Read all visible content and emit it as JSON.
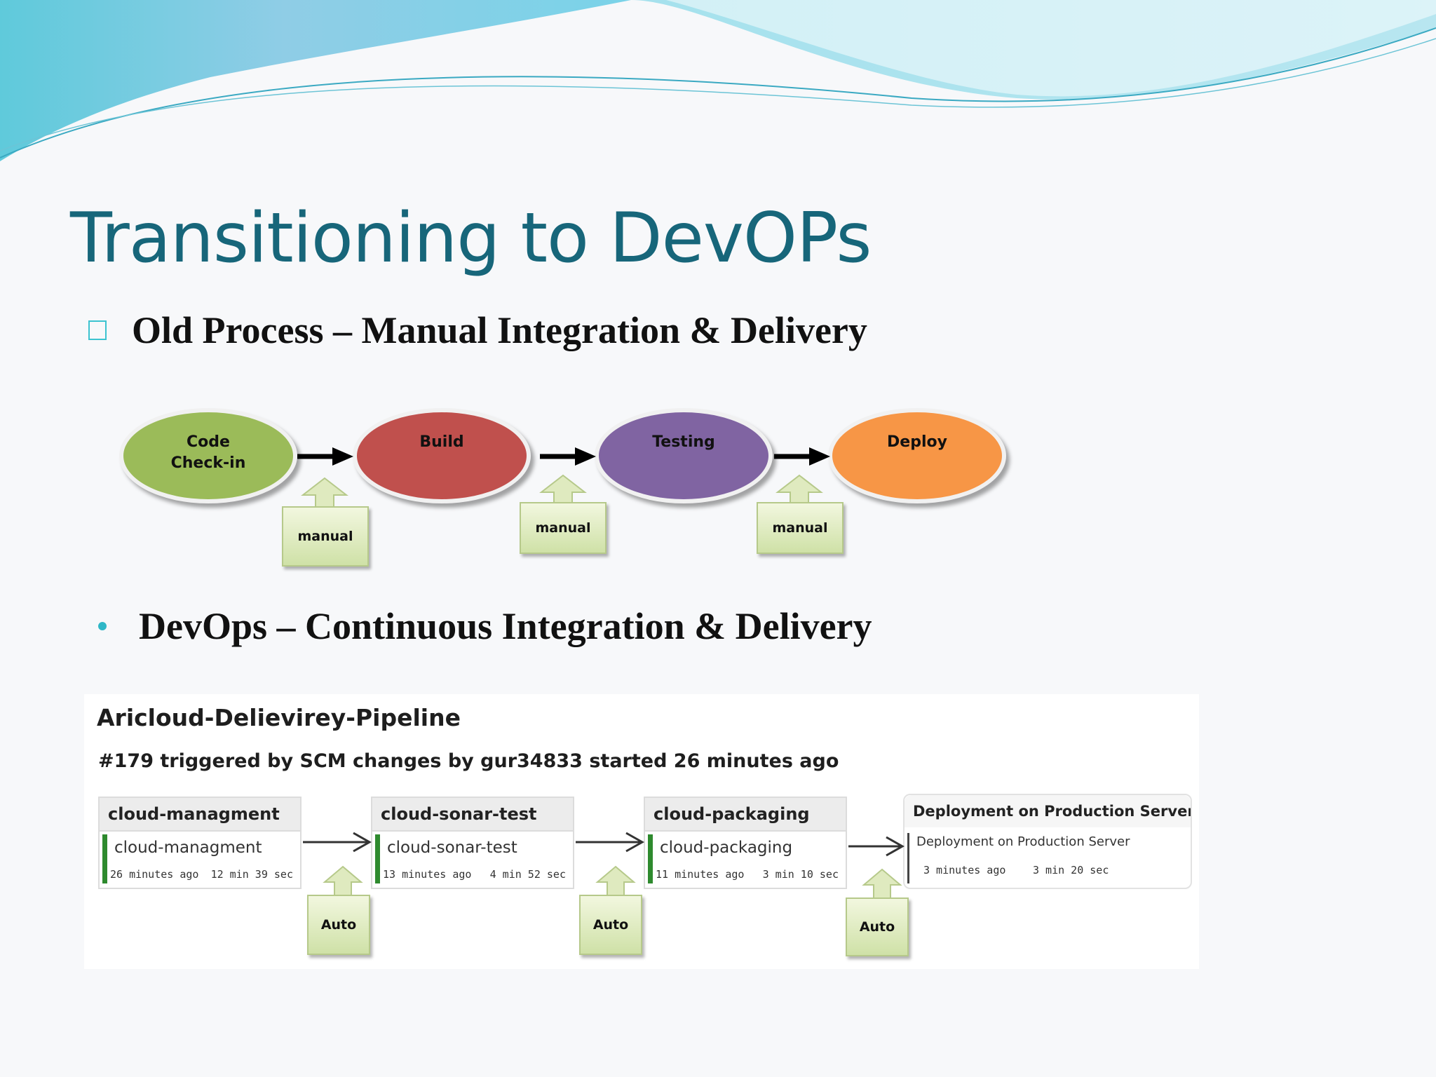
{
  "slide": {
    "title": "Transitioning to DevOPs",
    "bullet_old": "Old Process – Manual Integration & Delivery",
    "bullet_new": "DevOps – Continuous Integration &  Delivery"
  },
  "old_process": {
    "stages": [
      {
        "label": "Code Check-in",
        "color": "#9bbb59"
      },
      {
        "label": "Build",
        "color": "#c0504d"
      },
      {
        "label": "Testing",
        "color": "#8064a2"
      },
      {
        "label": "Deploy",
        "color": "#f79646"
      }
    ],
    "transitions": [
      "manual",
      "manual",
      "manual"
    ]
  },
  "pipeline": {
    "name": "Aricloud-Delievirey-Pipeline",
    "run_info": "#179 triggered by SCM changes by gur34833 started 26 minutes ago",
    "stages": [
      {
        "header": "cloud-managment",
        "job": "cloud-managment",
        "ago": "26 minutes ago",
        "duration": "12 min 39 sec"
      },
      {
        "header": "cloud-sonar-test",
        "job": "cloud-sonar-test",
        "ago": "13 minutes ago",
        "duration": "4 min 52 sec"
      },
      {
        "header": "cloud-packaging",
        "job": "cloud-packaging",
        "ago": "11 minutes ago",
        "duration": "3 min 10 sec"
      },
      {
        "header": "Deployment on Production Server",
        "job": "Deployment on Production Server",
        "ago": "3 minutes ago",
        "duration": "3 min 20 sec"
      }
    ],
    "transitions": [
      "Auto",
      "Auto",
      "Auto"
    ],
    "status_color": "#2e8a2e"
  }
}
